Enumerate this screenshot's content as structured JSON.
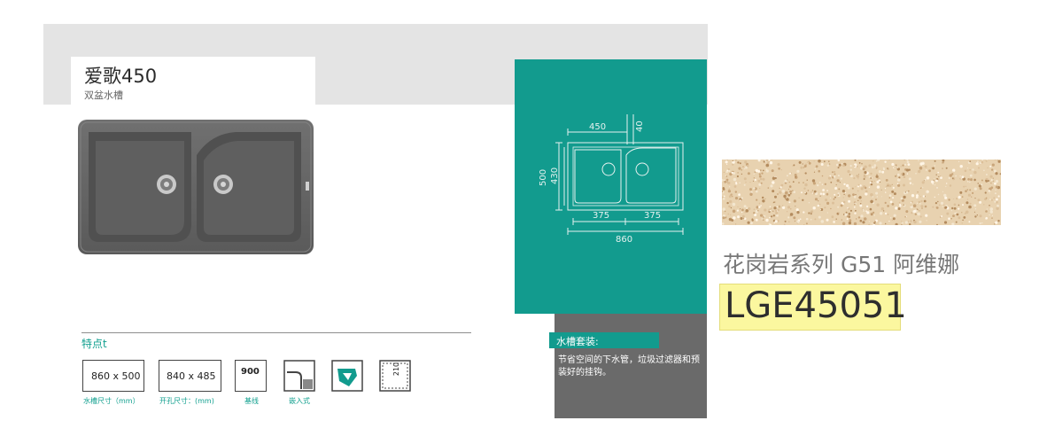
{
  "product": {
    "title": "爱歌450",
    "subtitle": "双盆水槽"
  },
  "features": {
    "label": "特点t",
    "items": [
      {
        "value": "860 x 500",
        "caption": "水槽尺寸（mm）"
      },
      {
        "value": "840 x 485",
        "caption": "开孔尺寸：(mm)"
      },
      {
        "value": "900",
        "caption": "基线"
      },
      {
        "value": "",
        "caption": "嵌入式"
      },
      {
        "value": "",
        "caption": ""
      },
      {
        "value": "210",
        "caption": ""
      }
    ]
  },
  "drawing": {
    "dims": [
      "450",
      "40",
      "500",
      "430",
      "375",
      "375",
      "860"
    ]
  },
  "accessory": {
    "title": "水槽套装:",
    "description": "节省空间的下水管，垃圾过滤器和预装好的挂钩。"
  },
  "color": {
    "name": "花岗岩系列 G51 阿维娜",
    "code": "LGE45051",
    "highlight": "#fbf79f",
    "accent": "#129b8e"
  }
}
